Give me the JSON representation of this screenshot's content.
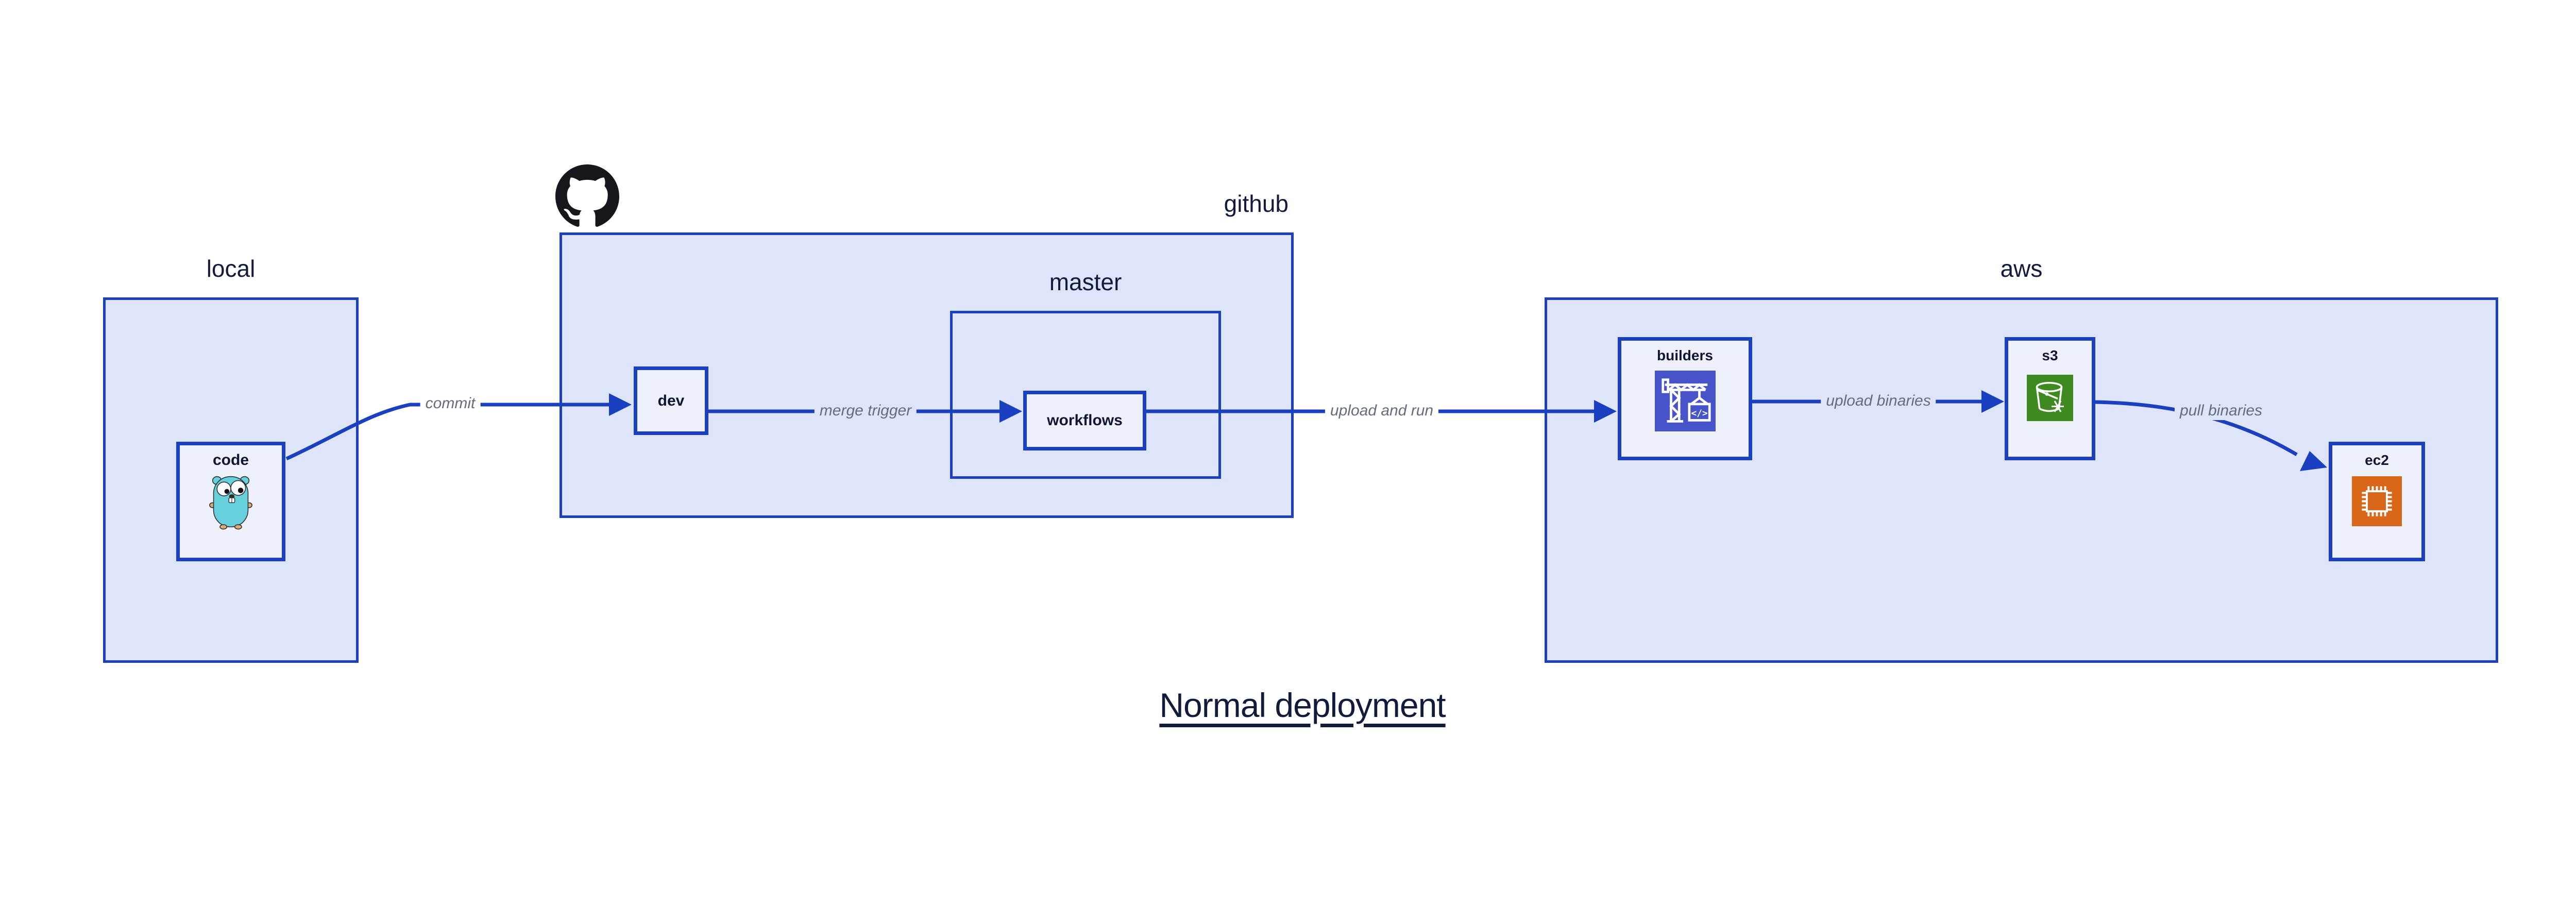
{
  "title": "Normal deployment",
  "containers": {
    "local": {
      "label": "local"
    },
    "github": {
      "label": "github"
    },
    "master": {
      "label": "master"
    },
    "aws": {
      "label": "aws"
    }
  },
  "nodes": {
    "code": {
      "label": "code",
      "icon": "go-gopher-icon"
    },
    "dev": {
      "label": "dev"
    },
    "workflows": {
      "label": "workflows"
    },
    "builders": {
      "label": "builders",
      "icon": "codebuild-crane-icon"
    },
    "s3": {
      "label": "s3",
      "icon": "s3-bucket-snowflake-icon"
    },
    "ec2": {
      "label": "ec2",
      "icon": "ec2-chip-icon"
    }
  },
  "edges": [
    {
      "from": "code",
      "to": "dev",
      "label": "commit"
    },
    {
      "from": "dev",
      "to": "workflows",
      "label": "merge trigger"
    },
    {
      "from": "workflows",
      "to": "builders",
      "label": "upload and run"
    },
    {
      "from": "builders",
      "to": "s3",
      "label": "upload binaries"
    },
    {
      "from": "s3",
      "to": "ec2",
      "label": "pull binaries"
    }
  ],
  "logos": {
    "github": "github-octocat-icon"
  },
  "colors": {
    "edge_blue": "#1b3fc1",
    "container_fill": "#dee4f9",
    "node_fill": "#eef1fb",
    "text_navy": "#131b3c",
    "edge_label_gray": "#656c7e",
    "builders_icon_bg": "#4653c9",
    "s3_icon_bg": "#3f8a20",
    "ec2_icon_bg": "#d9671a",
    "gopher_teal": "#67d0dd",
    "github_logo_black": "#15171c"
  }
}
